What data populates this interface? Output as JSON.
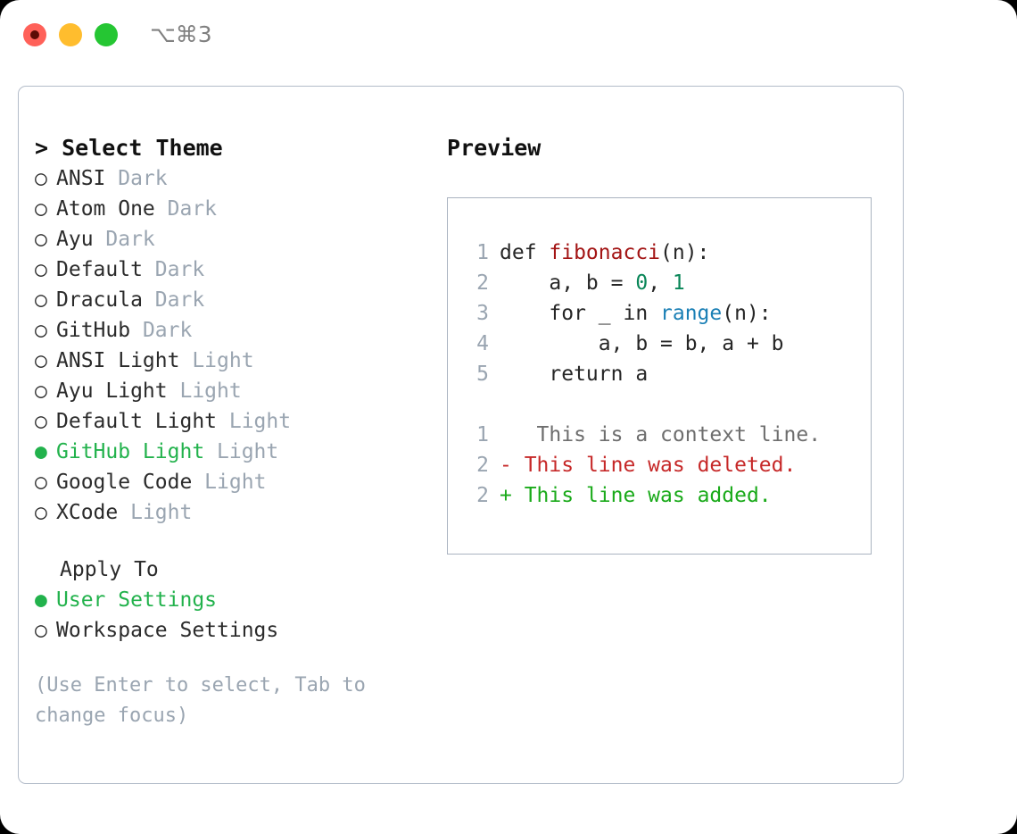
{
  "titlebar": {
    "shortcut": "⌥⌘3",
    "buttons": [
      {
        "name": "close",
        "color": "#ff6159"
      },
      {
        "name": "minimize",
        "color": "#ffbd2e"
      },
      {
        "name": "zoom",
        "color": "#25c633"
      }
    ]
  },
  "theme_picker": {
    "header": "> Select Theme",
    "items": [
      {
        "marker": "○",
        "label": "ANSI",
        "tag": "Dark",
        "selected": false
      },
      {
        "marker": "○",
        "label": "Atom One",
        "tag": "Dark",
        "selected": false
      },
      {
        "marker": "○",
        "label": "Ayu",
        "tag": "Dark",
        "selected": false
      },
      {
        "marker": "○",
        "label": "Default",
        "tag": "Dark",
        "selected": false
      },
      {
        "marker": "○",
        "label": "Dracula",
        "tag": "Dark",
        "selected": false
      },
      {
        "marker": "○",
        "label": "GitHub",
        "tag": "Dark",
        "selected": false
      },
      {
        "marker": "○",
        "label": "ANSI Light",
        "tag": "Light",
        "selected": false
      },
      {
        "marker": "○",
        "label": "Ayu Light",
        "tag": "Light",
        "selected": false
      },
      {
        "marker": "○",
        "label": "Default Light",
        "tag": "Light",
        "selected": false
      },
      {
        "marker": "●",
        "label": "GitHub Light",
        "tag": "Light",
        "selected": true
      },
      {
        "marker": "○",
        "label": "Google Code",
        "tag": "Light",
        "selected": false
      },
      {
        "marker": "○",
        "label": "XCode",
        "tag": "Light",
        "selected": false
      }
    ]
  },
  "apply_to": {
    "header": "Apply To",
    "items": [
      {
        "marker": "●",
        "label": "User Settings",
        "selected": true
      },
      {
        "marker": "○",
        "label": "Workspace Settings",
        "selected": false
      }
    ]
  },
  "hint": "(Use Enter to select, Tab to change focus)",
  "preview": {
    "title": "Preview",
    "code_lines": [
      {
        "num": "1",
        "tokens": [
          {
            "t": "def ",
            "c": "plain"
          },
          {
            "t": "fibonacci",
            "c": "fn"
          },
          {
            "t": "(n):",
            "c": "plain"
          }
        ]
      },
      {
        "num": "2",
        "tokens": [
          {
            "t": "    a, b = ",
            "c": "plain"
          },
          {
            "t": "0",
            "c": "num"
          },
          {
            "t": ", ",
            "c": "plain"
          },
          {
            "t": "1",
            "c": "num"
          }
        ]
      },
      {
        "num": "3",
        "tokens": [
          {
            "t": "    for _ in ",
            "c": "plain"
          },
          {
            "t": "range",
            "c": "bi"
          },
          {
            "t": "(n):",
            "c": "plain"
          }
        ]
      },
      {
        "num": "4",
        "tokens": [
          {
            "t": "        a, b = b, a + b",
            "c": "plain"
          }
        ]
      },
      {
        "num": "5",
        "tokens": [
          {
            "t": "    return a",
            "c": "plain"
          }
        ]
      }
    ],
    "diff_lines": [
      {
        "num": "1",
        "sign": " ",
        "text": "  This is a context line.",
        "kind": "ctx"
      },
      {
        "num": "2",
        "sign": "-",
        "text": " This line was deleted.",
        "kind": "del"
      },
      {
        "num": "2",
        "sign": "+",
        "text": " This line was added.",
        "kind": "add"
      }
    ]
  },
  "colors": {
    "accent_green": "#22b24c",
    "muted": "#9aa5b1",
    "border": "#b3bcc9",
    "function": "#a31515",
    "number": "#098658",
    "builtin": "#1a7fb5",
    "diff_delete": "#c62828",
    "diff_add": "#1aaa1a"
  }
}
